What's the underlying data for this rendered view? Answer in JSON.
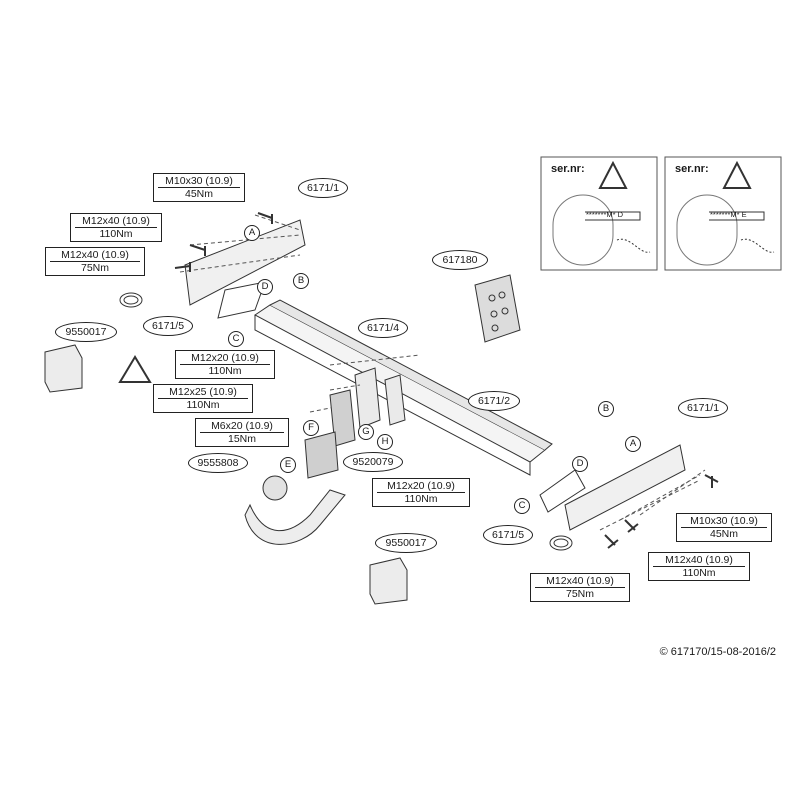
{
  "part_numbers": {
    "bracket_left": "6171/1",
    "bracket_right": "6171/1",
    "plate_left": "6171/5",
    "plate_right": "6171/5",
    "center_bracket": "6171/4",
    "crossbar": "6171/2",
    "socket_plate": "617180",
    "wiring_kit_left": "9550017",
    "wiring_kit_right": "9550017",
    "ball_neck": "9555808",
    "socket": "9520079"
  },
  "bolts": [
    {
      "size": "M10x30 (10.9)",
      "torque": "45Nm"
    },
    {
      "size": "M12x40 (10.9)",
      "torque": "110Nm"
    },
    {
      "size": "M12x40 (10.9)",
      "torque": "75Nm"
    },
    {
      "size": "M12x20 (10.9)",
      "torque": "110Nm"
    },
    {
      "size": "M12x25 (10.9)",
      "torque": "110Nm"
    },
    {
      "size": "M6x20 (10.9)",
      "torque": "15Nm"
    },
    {
      "size": "M12x20 (10.9)",
      "torque": "110Nm"
    },
    {
      "size": "M10x30 (10.9)",
      "torque": "45Nm"
    },
    {
      "size": "M12x40 (10.9)",
      "torque": "110Nm"
    },
    {
      "size": "M12x40 (10.9)",
      "torque": "75Nm"
    }
  ],
  "callout_letters": [
    "A",
    "B",
    "C",
    "D",
    "E",
    "F",
    "G",
    "H",
    "A",
    "B",
    "C",
    "D"
  ],
  "serial_panels": [
    {
      "heading": "ser.nr:",
      "code_text": "*******M* D"
    },
    {
      "heading": "ser.nr:",
      "code_text": "*******M* E"
    }
  ],
  "copyright": "© 617170/15-08-2016/2"
}
